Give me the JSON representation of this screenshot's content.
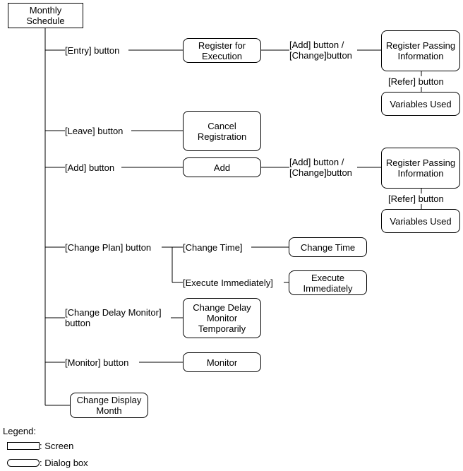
{
  "root": "Monthly\nSchedule",
  "labels": {
    "entry": "[Entry] button",
    "leave": "[Leave] button",
    "add": "[Add] button",
    "change_plan": "[Change Plan] button",
    "change_delay": "[Change Delay Monitor]\nbutton",
    "monitor": "[Monitor] button",
    "add_change_1": "[Add] button /\n[Change]button",
    "add_change_2": "[Add] button /\n[Change]button",
    "refer_1": "[Refer] button",
    "refer_2": "[Refer] button",
    "change_time": "[Change Time]",
    "execute_immediately": "[Execute Immediately]"
  },
  "dialogs": {
    "register_execution": "Register for\nExecution",
    "cancel_registration": "Cancel\nRegistration",
    "add": "Add",
    "register_passing_1": "Register Passing\nInformation",
    "variables_used_1": "Variables Used",
    "register_passing_2": "Register Passing\nInformation",
    "variables_used_2": "Variables Used",
    "change_time": "Change Time",
    "execute_immediately": "Execute\nImmediately",
    "change_delay": "Change Delay\nMonitor\nTemporarily",
    "monitor": "Monitor",
    "change_display_month": "Change Display\nMonth"
  },
  "legend": {
    "title": "Legend:",
    "screen": ": Screen",
    "dialog": ": Dialog box"
  }
}
